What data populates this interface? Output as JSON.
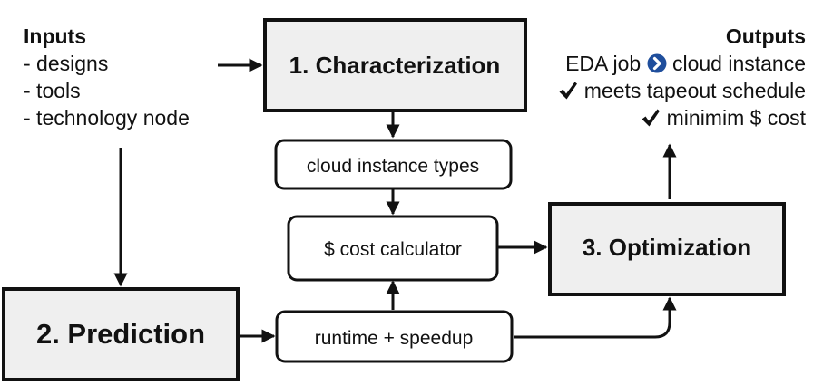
{
  "inputs": {
    "title": "Inputs",
    "items": [
      "- designs",
      "- tools",
      "- technology node"
    ]
  },
  "outputs": {
    "title": "Outputs",
    "line1_a": "EDA job",
    "line1_b": "cloud instance",
    "line2": "meets tapeout schedule",
    "line3": "minimim $ cost"
  },
  "boxes": {
    "characterization": "1. Characterization",
    "cloud_instance_types": "cloud instance types",
    "cost_calculator": "$ cost calculator",
    "optimization": "3. Optimization",
    "prediction": "2. Prediction",
    "runtime_speedup": "runtime + speedup"
  },
  "colors": {
    "major_box_fill": "#efefef",
    "minor_box_fill": "#ffffff",
    "stroke": "#111111",
    "chevron_badge": "#1f4e9c"
  },
  "icons": {
    "chevron": "chevron-right-circle-icon",
    "check": "checkmark-icon"
  }
}
